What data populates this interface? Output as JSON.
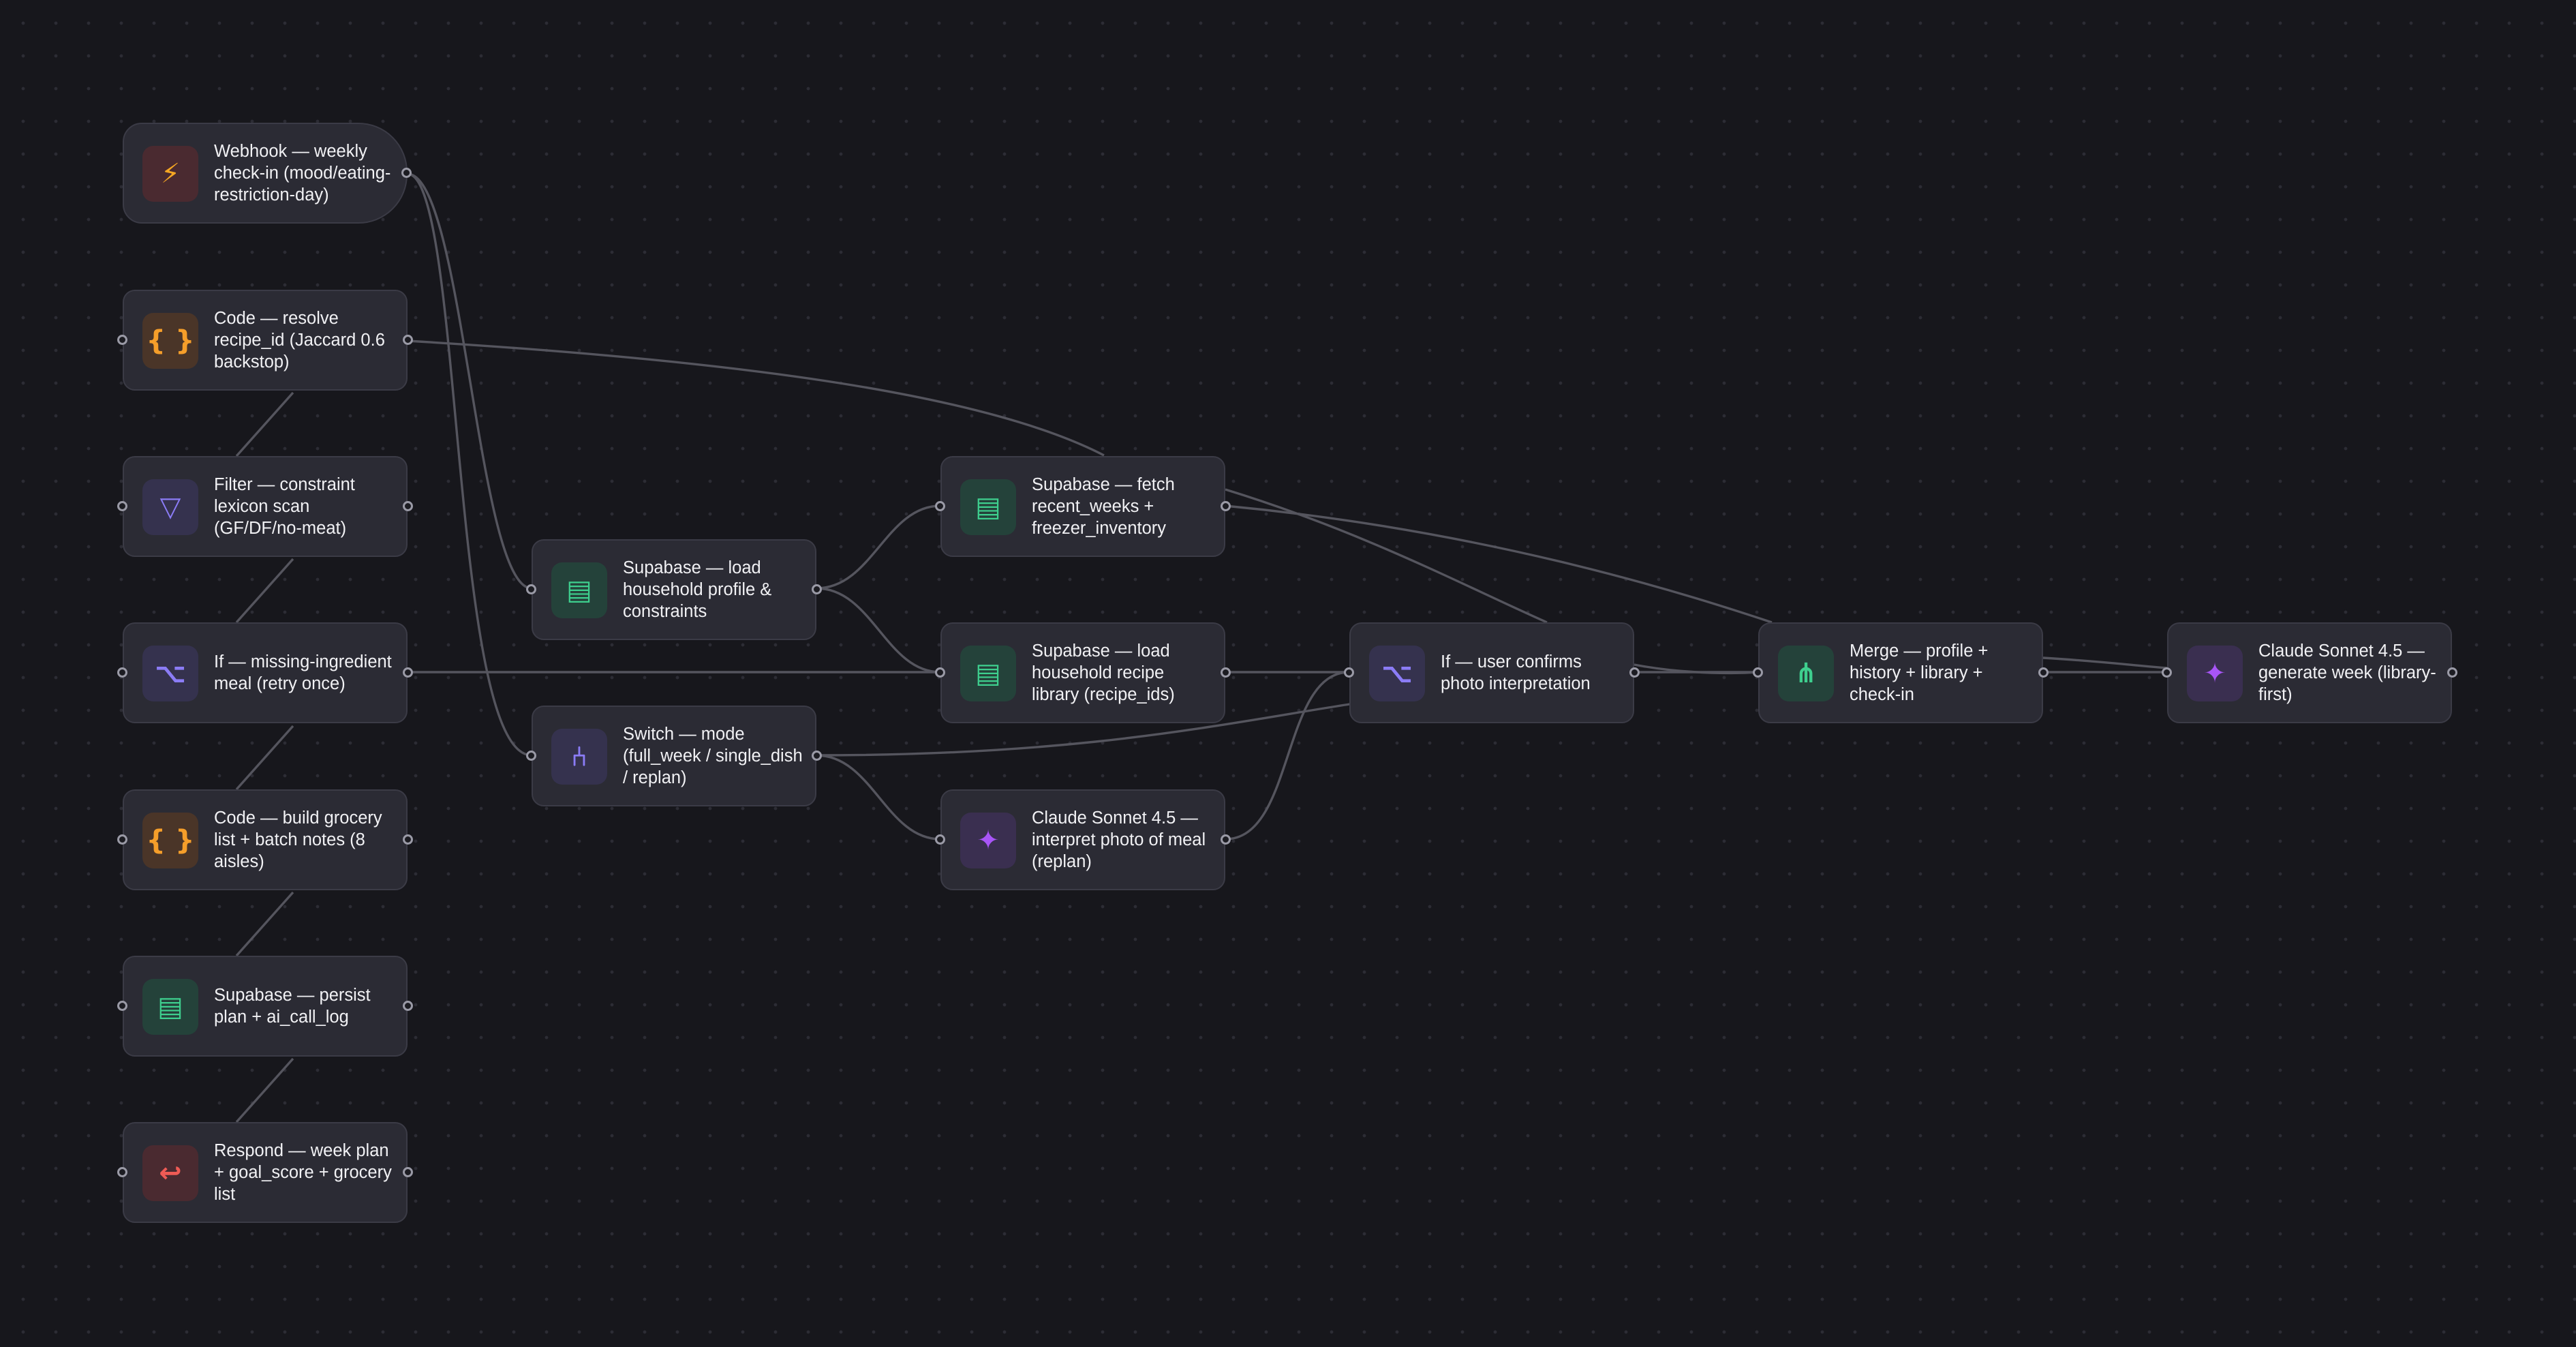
{
  "canvas": {
    "background": "#17171c",
    "edge_color": "#55555e"
  },
  "node_types": {
    "webhook": {
      "icon": "⚡",
      "icon_name": "lightning-icon",
      "fg": "#f5a623",
      "bg": "#4a2a30"
    },
    "code": {
      "icon": "{ }",
      "icon_name": "code-braces-icon",
      "fg": "#f59e2a",
      "bg": "#4a3528"
    },
    "filter": {
      "icon": "▽",
      "icon_name": "filter-icon",
      "fg": "#8b7cf6",
      "bg": "#35324e"
    },
    "if": {
      "icon": "⌥",
      "icon_name": "branch-icon",
      "fg": "#8b7cf6",
      "bg": "#35324e"
    },
    "supabase": {
      "icon": "▤",
      "icon_name": "database-table-icon",
      "fg": "#3ecf8e",
      "bg": "#24423a"
    },
    "switch": {
      "icon": "⑃",
      "icon_name": "switch-fork-icon",
      "fg": "#8b7cf6",
      "bg": "#35324e"
    },
    "claude": {
      "icon": "✦",
      "icon_name": "sparkle-icon",
      "fg": "#a855f7",
      "bg": "#3a2f50"
    },
    "merge": {
      "icon": "⋔",
      "icon_name": "merge-icon",
      "fg": "#3ecf8e",
      "bg": "#24423a"
    },
    "respond": {
      "icon": "↩",
      "icon_name": "return-arrow-icon",
      "fg": "#ef5b55",
      "bg": "#4a2a30"
    }
  },
  "nodes": [
    {
      "id": "n1",
      "type": "webhook",
      "label": "Webhook — weekly check-in (mood/eating-restriction-day)"
    },
    {
      "id": "n2",
      "type": "code",
      "label": "Code — resolve recipe_id (Jaccard 0.6 backstop)"
    },
    {
      "id": "n3",
      "type": "filter",
      "label": "Filter — constraint lexicon scan (GF/DF/no-meat)"
    },
    {
      "id": "n4",
      "type": "if",
      "label": "If — missing-ingredient meal (retry once)"
    },
    {
      "id": "n5",
      "type": "code",
      "label": "Code — build grocery list + batch notes (8 aisles)"
    },
    {
      "id": "n6",
      "type": "supabase",
      "label": "Supabase — persist plan + ai_call_log"
    },
    {
      "id": "n7",
      "type": "respond",
      "label": "Respond — week plan + goal_score + grocery list"
    },
    {
      "id": "n8",
      "type": "supabase",
      "label": "Supabase — load household profile & constraints"
    },
    {
      "id": "n9",
      "type": "switch",
      "label": "Switch — mode (full_week / single_dish / replan)"
    },
    {
      "id": "n10",
      "type": "supabase",
      "label": "Supabase — fetch recent_weeks + freezer_inventory"
    },
    {
      "id": "n11",
      "type": "supabase",
      "label": "Supabase — load household recipe library (recipe_ids)"
    },
    {
      "id": "n12",
      "type": "claude",
      "label": "Claude Sonnet 4.5 — interpret photo of meal (replan)"
    },
    {
      "id": "n13",
      "type": "if",
      "label": "If — user confirms photo interpretation"
    },
    {
      "id": "n14",
      "type": "merge",
      "label": "Merge — profile + history + library + check-in"
    },
    {
      "id": "n15",
      "type": "claude",
      "label": "Claude Sonnet 4.5 — generate week (library-first)"
    }
  ]
}
